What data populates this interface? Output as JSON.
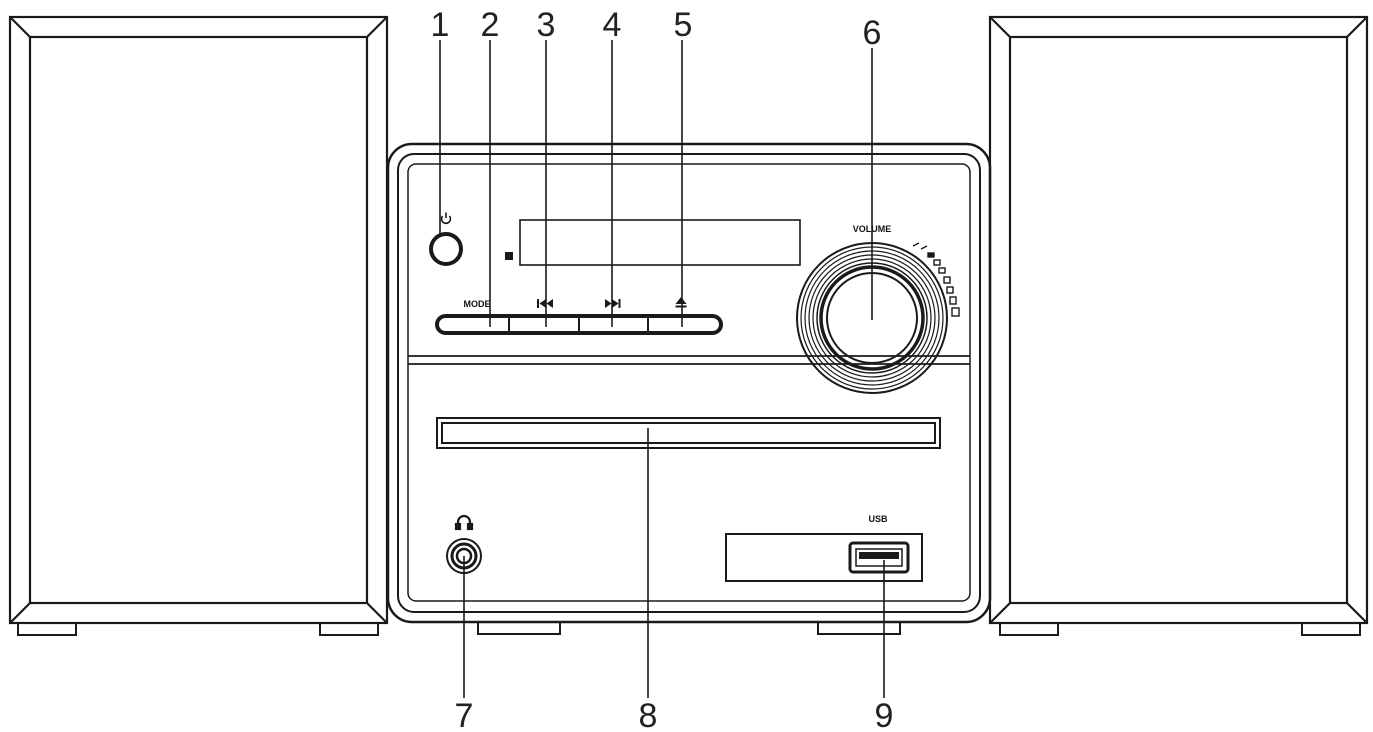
{
  "diagram": {
    "callouts": [
      {
        "number": "1",
        "target": "power button"
      },
      {
        "number": "2",
        "target": "MODE button"
      },
      {
        "number": "3",
        "target": "previous button"
      },
      {
        "number": "4",
        "target": "next button"
      },
      {
        "number": "5",
        "target": "eject button"
      },
      {
        "number": "6",
        "target": "volume knob"
      },
      {
        "number": "7",
        "target": "headphone jack"
      },
      {
        "number": "8",
        "target": "disc slot"
      },
      {
        "number": "9",
        "target": "USB port"
      }
    ],
    "panel_labels": {
      "mode": "MODE",
      "volume": "VOLUME",
      "usb": "USB"
    },
    "icons": {
      "power": "power-icon",
      "previous": "skip-previous-icon",
      "next": "skip-next-icon",
      "eject": "eject-icon",
      "headphones": "headphones-icon"
    },
    "line_color": "#1a1a1a"
  }
}
